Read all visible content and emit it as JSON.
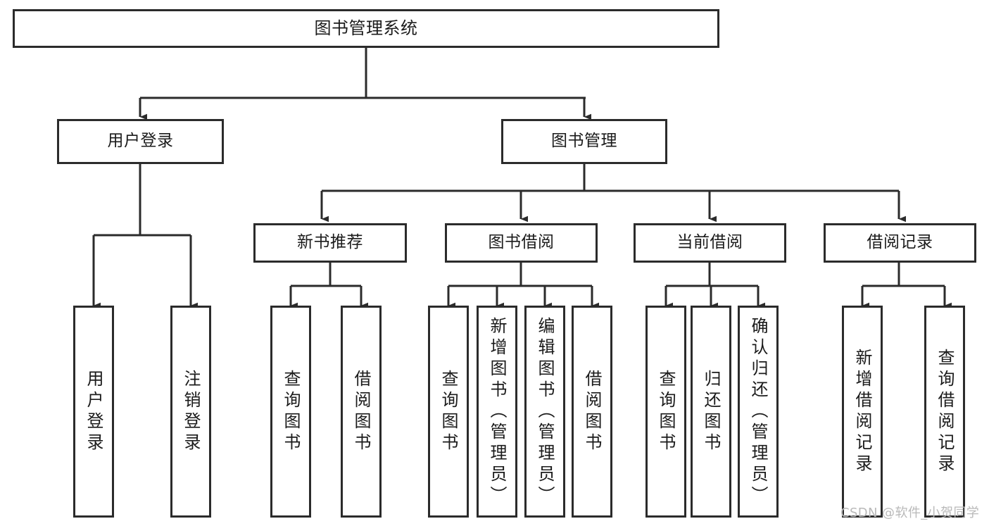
{
  "diagram": {
    "title": "图书管理系统",
    "type": "hierarchy-tree",
    "levels": 4,
    "line_color": "#2b2b2b",
    "box_fill": "#ffffff",
    "background": "#ffffff"
  },
  "nodes": {
    "root": {
      "label": "图书管理系统"
    },
    "level2": [
      {
        "label": "用户登录"
      },
      {
        "label": "图书管理"
      }
    ],
    "level3": [
      {
        "label": "新书推荐"
      },
      {
        "label": "图书借阅"
      },
      {
        "label": "当前借阅"
      },
      {
        "label": "借阅记录"
      }
    ],
    "leaves": {
      "user_login": [
        {
          "label": "用户登录"
        },
        {
          "label": "注销登录"
        }
      ],
      "new_book_recommend": [
        {
          "label": "查询图书"
        },
        {
          "label": "借阅图书"
        }
      ],
      "book_borrow": [
        {
          "label": "查询图书"
        },
        {
          "label": "新增图书（管理员）"
        },
        {
          "label": "编辑图书（管理员）"
        },
        {
          "label": "借阅图书"
        }
      ],
      "current_borrow": [
        {
          "label": "查询图书"
        },
        {
          "label": "归还图书"
        },
        {
          "label": "确认归还（管理员）"
        }
      ],
      "borrow_record": [
        {
          "label": "新增借阅记录"
        },
        {
          "label": "查询借阅记录"
        }
      ]
    }
  },
  "watermark": {
    "text": "CSDN @软件_小贺同学"
  }
}
